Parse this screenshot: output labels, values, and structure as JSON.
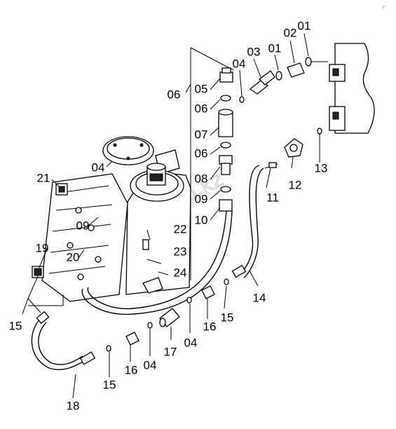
{
  "diagram": {
    "watermark": "www.sinhron-too.kz",
    "corner_mark": "1\"",
    "labels": [
      {
        "name": "label-01-a",
        "text": "01"
      },
      {
        "name": "label-01-b",
        "text": "01"
      },
      {
        "name": "label-02",
        "text": "02"
      },
      {
        "name": "label-03",
        "text": "03"
      },
      {
        "name": "label-04-a",
        "text": "04"
      },
      {
        "name": "label-04-b",
        "text": "04"
      },
      {
        "name": "label-04-c",
        "text": "04"
      },
      {
        "name": "label-04-d",
        "text": "04"
      },
      {
        "name": "label-05",
        "text": "05"
      },
      {
        "name": "label-06-a",
        "text": "06"
      },
      {
        "name": "label-06-b",
        "text": "06"
      },
      {
        "name": "label-06-c",
        "text": "06"
      },
      {
        "name": "label-07",
        "text": "07"
      },
      {
        "name": "label-08",
        "text": "08"
      },
      {
        "name": "label-09-a",
        "text": "09"
      },
      {
        "name": "label-09-b",
        "text": "09"
      },
      {
        "name": "label-10",
        "text": "10"
      },
      {
        "name": "label-11",
        "text": "11"
      },
      {
        "name": "label-12",
        "text": "12"
      },
      {
        "name": "label-13",
        "text": "13"
      },
      {
        "name": "label-14",
        "text": "14"
      },
      {
        "name": "label-15-a",
        "text": "15"
      },
      {
        "name": "label-15-b",
        "text": "15"
      },
      {
        "name": "label-15-c",
        "text": "15"
      },
      {
        "name": "label-16-a",
        "text": "16"
      },
      {
        "name": "label-16-b",
        "text": "16"
      },
      {
        "name": "label-17",
        "text": "17"
      },
      {
        "name": "label-18",
        "text": "18"
      },
      {
        "name": "label-19",
        "text": "19"
      },
      {
        "name": "label-20",
        "text": "20"
      },
      {
        "name": "label-21",
        "text": "21"
      },
      {
        "name": "label-22",
        "text": "22"
      },
      {
        "name": "label-23",
        "text": "23"
      },
      {
        "name": "label-24",
        "text": "24"
      }
    ]
  }
}
